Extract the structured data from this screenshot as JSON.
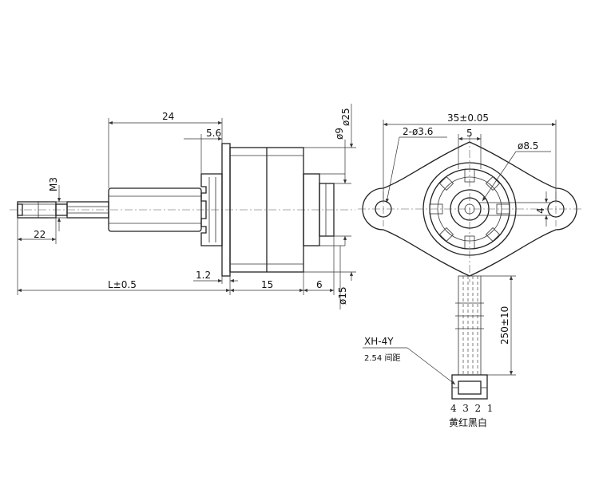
{
  "side_view": {
    "dim_shaft_length": "24",
    "dim_flat": "5.6",
    "dim_thread": "M3",
    "dim_thread_length": "22",
    "dim_total_length": "L±0.5",
    "dim_flange": "1.2",
    "dim_body": "15",
    "dim_boss": "6",
    "dim_dia_9": "ø9",
    "dim_dia_25": "ø25",
    "dim_dia_15": "ø15"
  },
  "front_view": {
    "dim_mount_spacing": "35±0.05",
    "dim_holes": "2-ø3.6",
    "dim_width": "5",
    "dim_hub": "ø8.5",
    "dim_offset": "4",
    "dim_lead_length": "250±10"
  },
  "connector": {
    "model": "XH-4Y",
    "pitch": "2.54 间距",
    "pins": "4  3  2  1",
    "colors": "黄红黑白"
  }
}
